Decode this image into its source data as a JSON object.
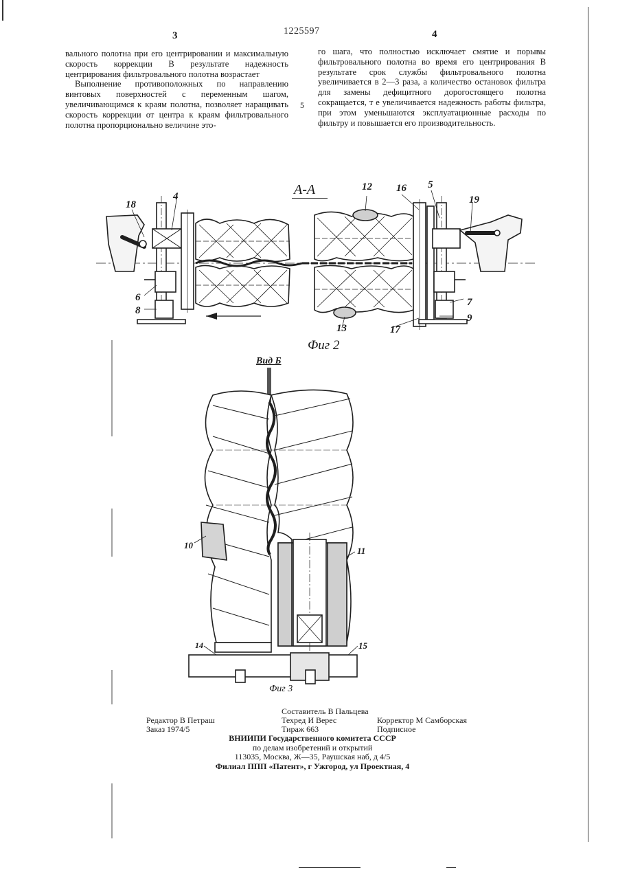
{
  "header": {
    "page_left": "3",
    "patent_number": "1225597",
    "page_right": "4",
    "line_number": "5"
  },
  "text": {
    "left_p1": "вального полотна при его центрировании и максимальную скорость коррекции В результате надежность центрирования фильтровального полотна возрастает",
    "left_p2": "Выполнение противоположных по направлению винтовых поверхностей с переменным шагом, увеличивающимся к краям полотна, позволяет наращивать скорость коррекции от центра к краям фильтровального полотна пропорционально величине это-",
    "right_p1": "го шага, что полностью исключает смятие и порывы фильтровального полотна во время его центрирования В результате срок службы фильтровального полотна увеличивается в 2—3 раза, а количество остановок фильтра для замены дефицитного дорогостоящего полотна сокращается, т е увеличивается надежность работы фильтра, при этом уменьшаются эксплуатационные расходы по фильтру и повышается его производительность."
  },
  "figure2": {
    "section_label": "А-А",
    "caption": "Фиг 2",
    "callouts": [
      "18",
      "4",
      "6",
      "8",
      "12",
      "13",
      "16",
      "5",
      "19",
      "7",
      "9",
      "17"
    ]
  },
  "figure3": {
    "view_label": "Вид Б",
    "caption": "Фиг 3",
    "callouts": [
      "10",
      "11",
      "14",
      "15"
    ]
  },
  "imprint": {
    "composer": "Составитель В Пальцева",
    "editor": "Редактор В Петраш",
    "techred": "Техред И Верес",
    "corrector": "Корректор М Самборская",
    "order": "Заказ 1974/5",
    "circulation": "Тираж 663",
    "subscription": "Подписное",
    "org_line1": "ВНИИПИ Государственного комитета СССР",
    "org_line2": "по делам изобретений и открытий",
    "org_line3": "113035, Москва, Ж—35, Раушская наб, д 4/5",
    "org_line4": "Филиал ППП «Патент», г Ужгород, ул Проектная, 4"
  }
}
